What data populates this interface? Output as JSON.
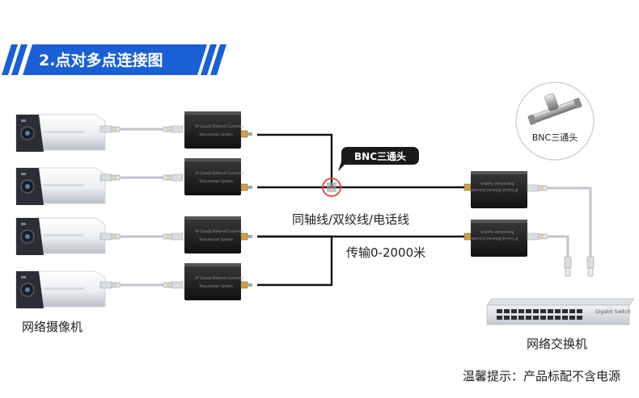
{
  "title": "2.点对多点连接图",
  "tag_bnc": "BNC三通头",
  "callout_bnc": "BNC三通头",
  "label_cable": "同轴线/双绞线/电话线",
  "label_distance": "传输0-2000米",
  "label_camera": "网络摄像机",
  "label_switch": "网络交换机",
  "label_note": "温馨提示：产品标配不含电源",
  "device_text_line1": "IP Coaxial Ethernet Converter",
  "device_text_line2": "Transmission System",
  "switch_brand": "Gigabit Switch",
  "colors": {
    "banner": "#1a5fd6",
    "tag": "#1a1a1a",
    "tee_ring": "#e04040"
  }
}
